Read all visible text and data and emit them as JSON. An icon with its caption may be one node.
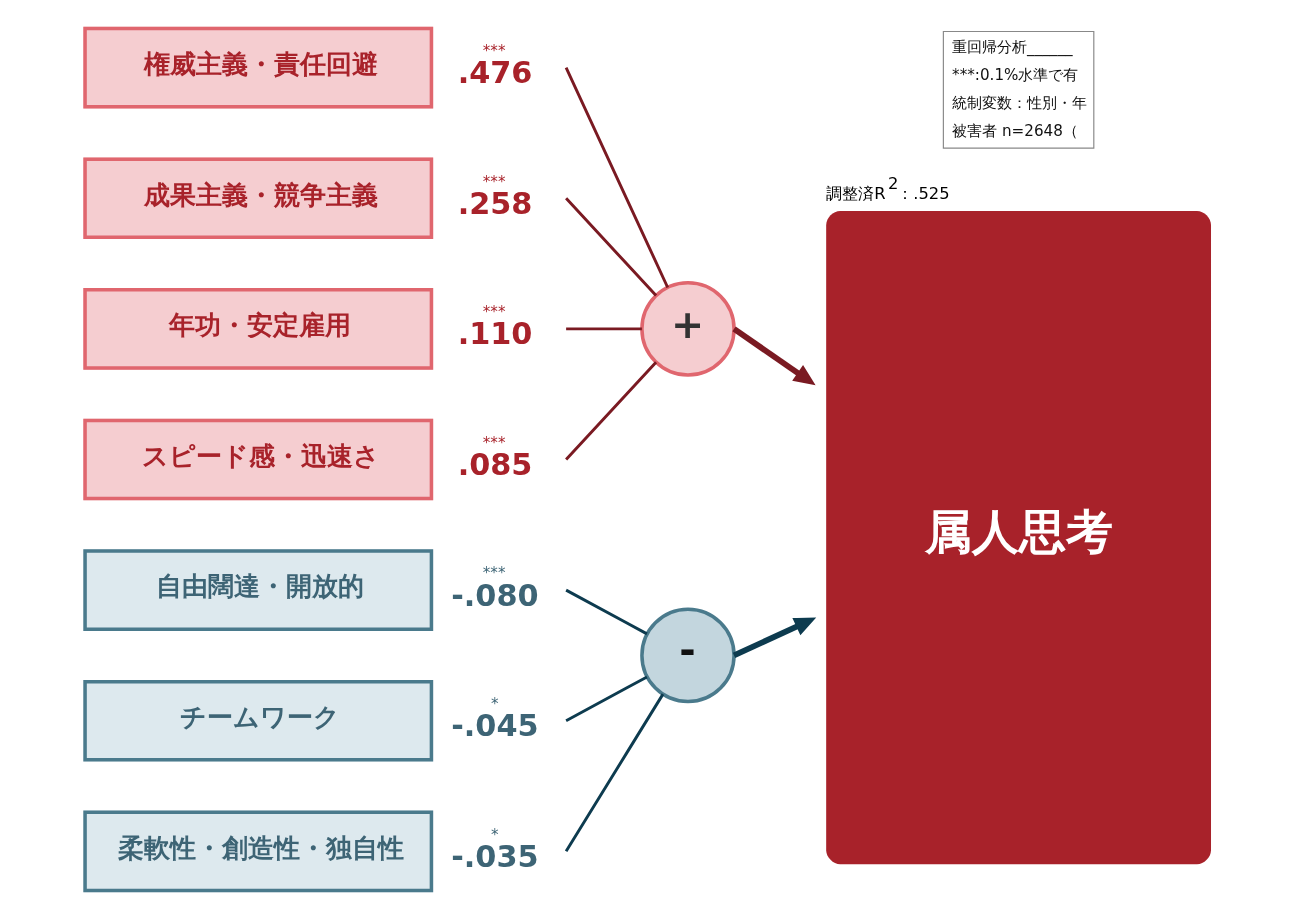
{
  "diagram": {
    "nodes": [
      {
        "text": [
          "権威主義・責任回避"
        ],
        "beside": [
          "***",
          ".476"
        ]
      },
      {
        "text": [
          "成果主義・競争主義"
        ],
        "beside": [
          "***",
          ".258"
        ]
      },
      {
        "text": [
          "年功・安定雇用"
        ],
        "beside": [
          "***",
          ".110"
        ]
      },
      {
        "text": [
          "スピード感・迅速さ"
        ],
        "beside": [
          "***",
          ".085"
        ]
      },
      {
        "text": [
          "自由闊達・開放的"
        ],
        "beside": [
          "***",
          "-.080"
        ]
      },
      {
        "text": [
          "チームワーク"
        ],
        "beside": [
          "*",
          "-.045"
        ]
      },
      {
        "text": [
          "柔軟性・創造性・独自性"
        ],
        "beside": [
          "*",
          "-.035"
        ]
      },
      {
        "text": [
          "+"
        ]
      },
      {
        "text": [
          "-"
        ]
      },
      {
        "text": [
          "属人思考"
        ],
        "beside": [
          "調整済R$^{2}$：.525"
        ]
      },
      {
        "text": [
          "重回帰分析______",
          "***:0.1%水準で有",
          "統制変数：性別・年",
          "被害者 n=2648（"
        ]
      }
    ],
    "edges": [
      {
        "from": 0,
        "to": 7,
        "arrow": "none",
        "color": "#7a1a22"
      },
      {
        "from": 1,
        "to": 7,
        "arrow": "none",
        "color": "#7a1a22"
      },
      {
        "from": 2,
        "to": 7,
        "arrow": "none",
        "color": "#7a1a22"
      },
      {
        "from": 3,
        "to": 7,
        "arrow": "none",
        "color": "#7a1a22"
      },
      {
        "from": 7,
        "to": 9,
        "arrow": "to",
        "style": "thick",
        "color": "#7a1a22"
      },
      {
        "from": 4,
        "to": 8,
        "arrow": "none",
        "color": "#0d3b4f"
      },
      {
        "from": 5,
        "to": 8,
        "arrow": "none",
        "color": "#0d3b4f"
      },
      {
        "from": 6,
        "to": 8,
        "arrow": "none",
        "color": "#0d3b4f"
      },
      {
        "from": 8,
        "to": 9,
        "arrow": "to",
        "style": "thick",
        "color": "#0d3b4f"
      }
    ]
  }
}
